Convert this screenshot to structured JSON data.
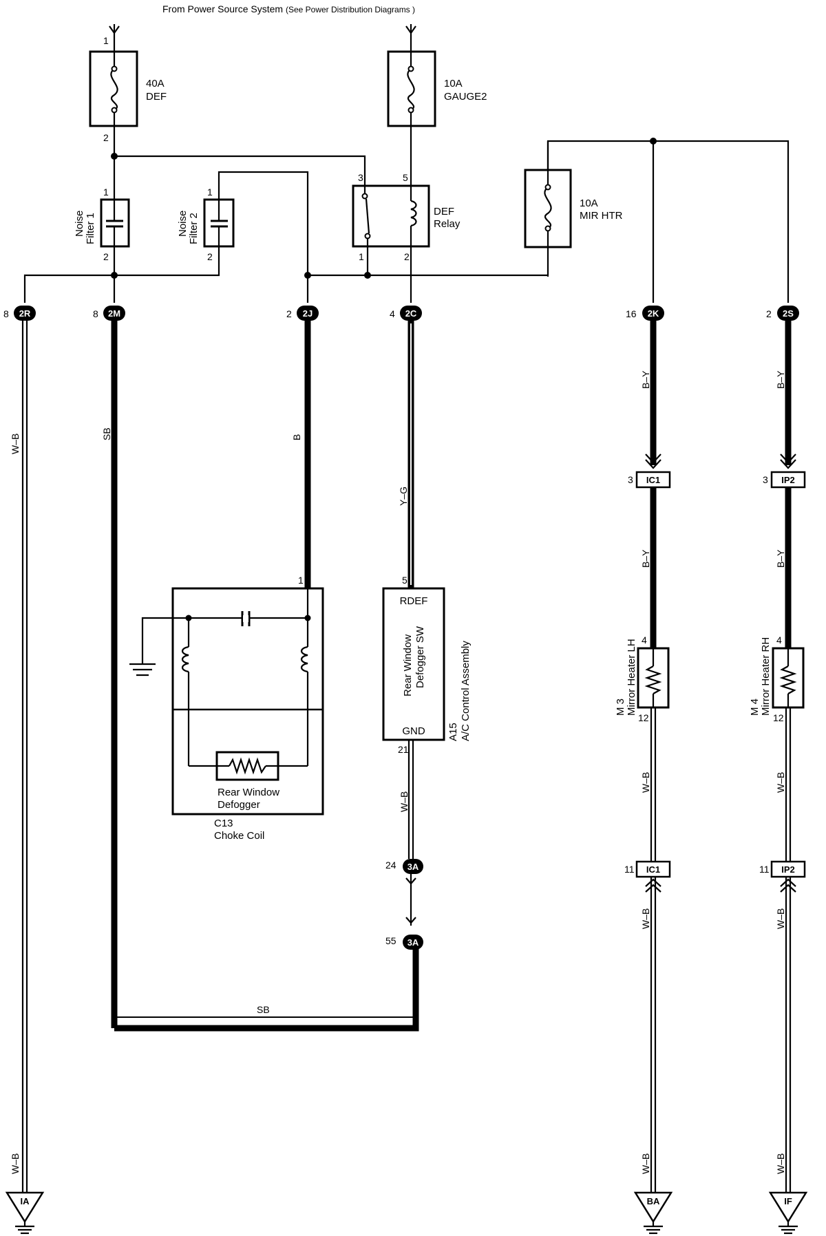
{
  "header": {
    "source_main": "From Power Source System",
    "source_note": "(See Power Distribution Diagrams )"
  },
  "fuses": [
    {
      "rating": "40A",
      "name": "DEF",
      "pin_in": "1",
      "pin_out": "2"
    },
    {
      "rating": "10A",
      "name": "GAUGE2"
    },
    {
      "rating": "10A",
      "name": "MIR HTR"
    }
  ],
  "noise_filters": [
    {
      "line1": "Noise",
      "line2": "Filter 1",
      "pin_top": "1",
      "pin_bottom": "2"
    },
    {
      "line1": "Noise",
      "line2": "Filter 2",
      "pin_top": "1",
      "pin_bottom": "2"
    }
  ],
  "relay": {
    "line1": "DEF",
    "line2": "Relay",
    "pin_3": "3",
    "pin_5": "5",
    "pin_1": "1",
    "pin_2": "2"
  },
  "connectors": [
    {
      "pin": "8",
      "code": "2R",
      "wire": "W–B"
    },
    {
      "pin": "8",
      "code": "2M",
      "wire": "SB"
    },
    {
      "pin": "2",
      "code": "2J",
      "wire": "B"
    },
    {
      "pin": "4",
      "code": "2C",
      "wire": "Y–G"
    },
    {
      "pin": "16",
      "code": "2K",
      "wire": "B–Y"
    },
    {
      "pin": "2",
      "code": "2S",
      "wire": "B–Y"
    }
  ],
  "choke_coil": {
    "pin": "1",
    "inner_label_1": "Rear Window",
    "inner_label_2": "Defogger",
    "code": "C13",
    "name": "Choke Coil"
  },
  "ac_control": {
    "pin_in": "5",
    "terminal_top": "RDEF",
    "inner_1": "Rear Window",
    "inner_2": "Defogger SW",
    "terminal_bottom": "GND",
    "pin_out": "21",
    "code": "A15",
    "name": "A/C Control Assembly",
    "wire_out": "W–B"
  },
  "junction_3a": [
    {
      "pin": "24",
      "code": "3A"
    },
    {
      "pin": "55",
      "code": "3A"
    }
  ],
  "bottom_wire": "SB",
  "mirror_heaters": [
    {
      "code": "M 3",
      "name": "Mirror Heater LH",
      "conn_top_pin": "3",
      "conn_top_code": "IC1",
      "wire_mid": "B–Y",
      "pin_in": "4",
      "pin_out": "12",
      "wire_lower": "W–B",
      "conn_bottom_pin": "11",
      "conn_bottom_code": "IC1",
      "wire_bottom_1": "W–B",
      "wire_bottom_2": "W–B",
      "ground": "BA"
    },
    {
      "code": "M 4",
      "name": "Mirror Heater RH",
      "conn_top_pin": "3",
      "conn_top_code": "IP2",
      "wire_mid": "B–Y",
      "pin_in": "4",
      "pin_out": "12",
      "wire_lower": "W–B",
      "conn_bottom_pin": "11",
      "conn_bottom_code": "IP2",
      "wire_bottom_1": "W–B",
      "wire_bottom_2": "W–B",
      "ground": "IF"
    }
  ],
  "left_ground": {
    "wire": "W–B",
    "code": "IA"
  }
}
